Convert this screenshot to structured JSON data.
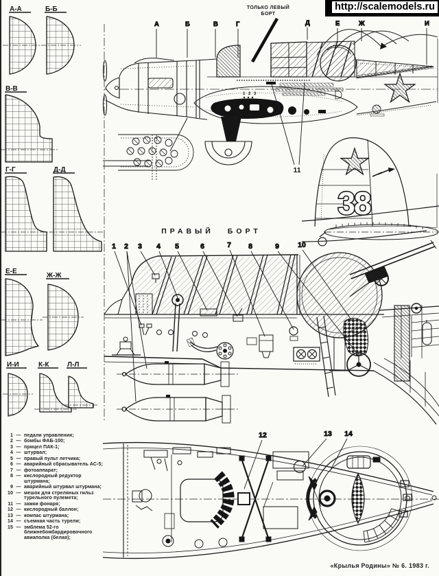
{
  "banner": {
    "url": "http://scalemodels.ru"
  },
  "colors": {
    "paper": "#fafaf7",
    "ink": "#1c1c1c"
  },
  "sections": {
    "items": [
      {
        "label": "А-А"
      },
      {
        "label": "Б-Б"
      },
      {
        "label": "В-В"
      },
      {
        "label": "Г-Г"
      },
      {
        "label": "Д-Д"
      },
      {
        "label": "Е-Е"
      },
      {
        "label": "Ж-Ж"
      },
      {
        "label": "И-И"
      },
      {
        "label": "К-К"
      },
      {
        "label": "Л-Л"
      }
    ]
  },
  "side_view": {
    "note_line1": "ТОЛЬКО ЛЕВЫЙ",
    "note_line2": "БОРТ",
    "markers": [
      {
        "label": "А"
      },
      {
        "label": "Б"
      },
      {
        "label": "В"
      },
      {
        "label": "Г"
      },
      {
        "label": "Д"
      },
      {
        "label": "Е"
      },
      {
        "label": "Ж"
      },
      {
        "label": "И"
      }
    ],
    "small_numbers": "1 2 3",
    "callout": "11"
  },
  "tail_view": {
    "number": "38"
  },
  "cutaway": {
    "title": "ПРАВЫЙ БОРТ",
    "callouts": [
      {
        "num": "1"
      },
      {
        "num": "2"
      },
      {
        "num": "3"
      },
      {
        "num": "4"
      },
      {
        "num": "5"
      },
      {
        "num": "6"
      },
      {
        "num": "7"
      },
      {
        "num": "8"
      },
      {
        "num": "9"
      },
      {
        "num": "10"
      }
    ]
  },
  "plan_view": {
    "callouts": [
      {
        "num": "12"
      },
      {
        "num": "13"
      },
      {
        "num": "14"
      }
    ]
  },
  "legend": {
    "dash": "—",
    "items": [
      {
        "num": "1",
        "text": "педали управления;"
      },
      {
        "num": "2",
        "text": "бомбы ФАБ-100;"
      },
      {
        "num": "3",
        "text": "прицел ПАК-1;"
      },
      {
        "num": "4",
        "text": "штурвал;"
      },
      {
        "num": "5",
        "text": "правый пульт летчика;"
      },
      {
        "num": "6",
        "text": "аварийный сбрасыватель АС-5;"
      },
      {
        "num": "7",
        "text": "фотоаппарат;"
      },
      {
        "num": "8",
        "text": "кислородный редуктор штурмана;"
      },
      {
        "num": "9",
        "text": "аварийный штурвал штурмана;"
      },
      {
        "num": "10",
        "text": "мешок для стреляных гильз турельного пулемета;"
      },
      {
        "num": "11",
        "text": "замки фонаря;"
      },
      {
        "num": "12",
        "text": "кислородный баллон;"
      },
      {
        "num": "13",
        "text": "компас штурмана;"
      },
      {
        "num": "14",
        "text": "съемная часть турели;"
      },
      {
        "num": "15",
        "text": "эмблема 52-го ближнебомбардировочного авиаполка (белая);"
      }
    ]
  },
  "footer": {
    "credit": "«Крылья Родины» № 6. 1983 г."
  }
}
